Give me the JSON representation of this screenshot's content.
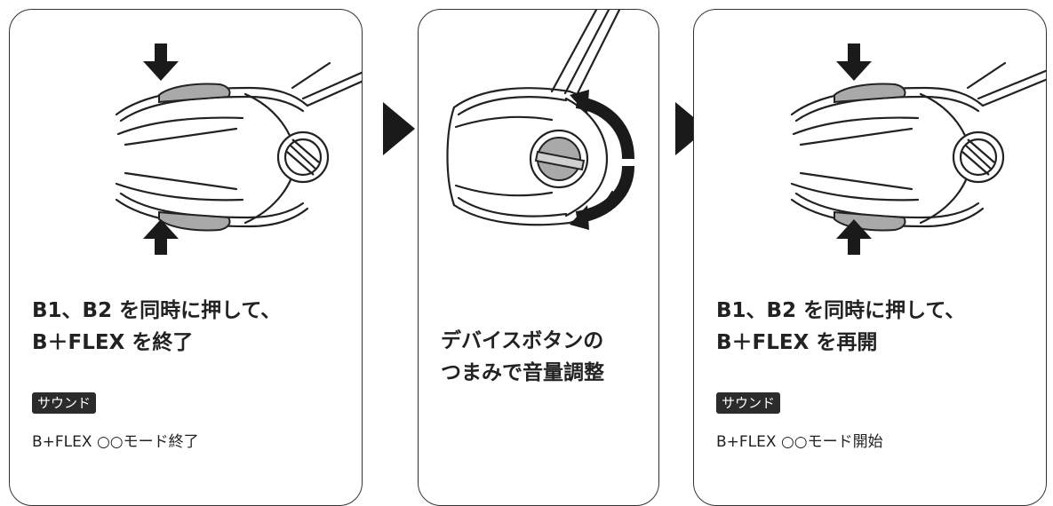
{
  "steps": [
    {
      "title_line1": "B1、B2 を同時に押して、",
      "title_line2": "B＋FLEX を終了",
      "sound_label": "サウンド",
      "sound_text": "B+FLEX ○○モード終了"
    },
    {
      "title_line1": "デバイスボタンの",
      "title_line2": "つまみで音量調整"
    },
    {
      "title_line1": "B1、B2 を同時に押して、",
      "title_line2": "B＋FLEX を再開",
      "sound_label": "サウンド",
      "sound_text": "B+FLEX ○○モード開始"
    }
  ],
  "icons": {
    "step_arrow": "right-triangle-icon",
    "press_arrow": "press-arrow-icon",
    "rotate_arrow": "rotate-arrow-icon"
  },
  "colors": {
    "border": "#333333",
    "badge_bg": "#2b2b2b",
    "button_fill": "#a9a9a9",
    "arrow": "#1a1a1a"
  }
}
